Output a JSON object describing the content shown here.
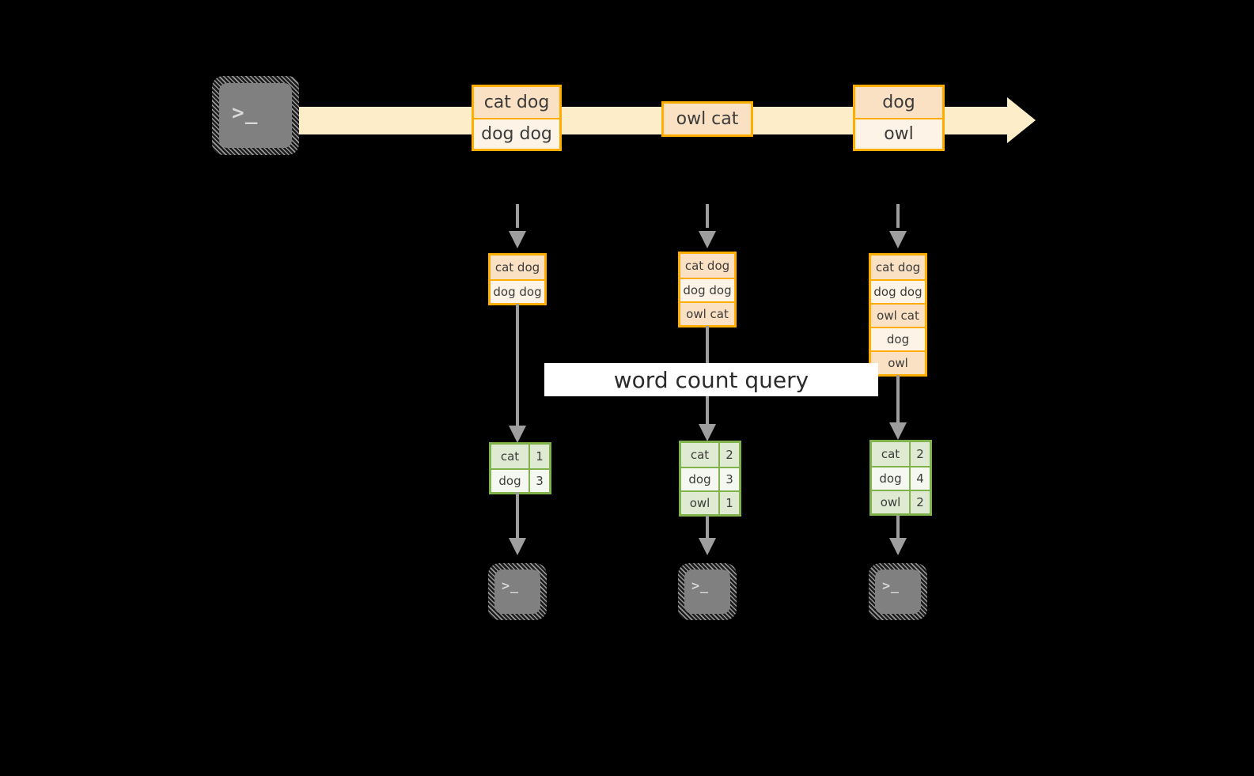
{
  "diagram": {
    "title_label": "word count query",
    "colors": {
      "event_border": "#ffae00",
      "event_fill_light": "#fdf4e7",
      "event_fill_dark": "#fbe1c4",
      "stream_band": "#fdeec9",
      "result_border": "#80b34b",
      "result_fill_light": "#f4f8f0",
      "result_fill_dark": "#dfead2",
      "arrow_gray": "#9e9e9e",
      "terminal_fill": "#808080",
      "background": "#000000"
    },
    "producer_terminal": {
      "glyph": ">_"
    },
    "stream": {
      "events": [
        {
          "lines": [
            "cat dog",
            "dog dog"
          ]
        },
        {
          "lines": [
            "owl cat"
          ]
        },
        {
          "lines": [
            "dog",
            "owl"
          ]
        }
      ]
    },
    "snapshots": [
      {
        "accumulated": [
          "cat dog",
          "dog dog"
        ],
        "results": {
          "rows": [
            {
              "word": "cat",
              "count": "1"
            },
            {
              "word": "dog",
              "count": "3"
            }
          ]
        },
        "consumer_terminal": {
          "glyph": ">_"
        }
      },
      {
        "accumulated": [
          "cat dog",
          "dog dog",
          "owl cat"
        ],
        "results": {
          "rows": [
            {
              "word": "cat",
              "count": "2"
            },
            {
              "word": "dog",
              "count": "3"
            },
            {
              "word": "owl",
              "count": "1"
            }
          ]
        },
        "consumer_terminal": {
          "glyph": ">_"
        }
      },
      {
        "accumulated": [
          "cat dog",
          "dog dog",
          "owl cat",
          "dog",
          "owl"
        ],
        "results": {
          "rows": [
            {
              "word": "cat",
              "count": "2"
            },
            {
              "word": "dog",
              "count": "4"
            },
            {
              "word": "owl",
              "count": "2"
            }
          ]
        },
        "consumer_terminal": {
          "glyph": ">_"
        }
      }
    ]
  }
}
